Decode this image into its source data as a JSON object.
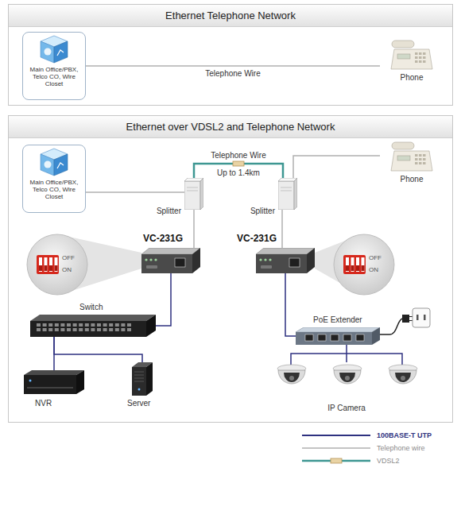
{
  "diagram": {
    "nodes": [
      {
        "text": [
          "Ethernet Telephone Network"
        ]
      },
      {
        "text": [
          "Main Office/PBX, Telco CO, Wire Closet"
        ],
        "in": 0
      },
      {
        "text": [
          "Phone"
        ],
        "in": 0
      },
      {
        "text": [
          "Ethernet over VDSL2 and Telephone Network"
        ]
      },
      {
        "text": [
          "Main Office/PBX, Telco CO, Wire Closet"
        ],
        "in": 3
      },
      {
        "text": [
          "Splitter"
        ],
        "in": 3
      },
      {
        "text": [
          "Phone"
        ],
        "in": 3
      },
      {
        "text": [
          "Splitter"
        ],
        "in": 3
      },
      {
        "text": [
          "VC-231G"
        ],
        "in": 3
      },
      {
        "text": [
          "VC-231G"
        ],
        "in": 3
      },
      {
        "text": [
          "Switch"
        ],
        "in": 3
      },
      {
        "text": [
          "PoE Extender"
        ],
        "in": 3
      },
      {
        "text": [
          "NVR"
        ],
        "in": 3
      },
      {
        "text": [
          "Server"
        ],
        "in": 3
      },
      {
        "text": [
          "IP Camera"
        ],
        "in": 3
      }
    ],
    "edges": [
      {
        "from": 1,
        "to": 2,
        "label": "Telephone Wire",
        "arrow": "none"
      },
      {
        "from": 4,
        "to": 5,
        "arrow": "none"
      },
      {
        "from": 5,
        "to": 7,
        "label": "Telephone Wire",
        "arrow": "none"
      },
      {
        "from": 7,
        "to": 6,
        "arrow": "none"
      },
      {
        "from": 5,
        "to": 8,
        "arrow": "none"
      },
      {
        "from": 7,
        "to": 9,
        "arrow": "none"
      },
      {
        "from": 8,
        "to": 10,
        "arrow": "none"
      },
      {
        "from": 9,
        "to": 11,
        "arrow": "none"
      },
      {
        "from": 10,
        "to": 12,
        "arrow": "none"
      },
      {
        "from": 10,
        "to": 13,
        "arrow": "none"
      },
      {
        "from": 11,
        "to": 14,
        "arrow": "none"
      }
    ],
    "labels": [
      "Up to 1.4km",
      "OFF",
      "ON",
      "OFF",
      "ON"
    ],
    "legend": [
      {
        "text": "100BASE-T UTP"
      },
      {
        "text": "Telephone wire"
      },
      {
        "text": "VDSL2"
      }
    ]
  }
}
